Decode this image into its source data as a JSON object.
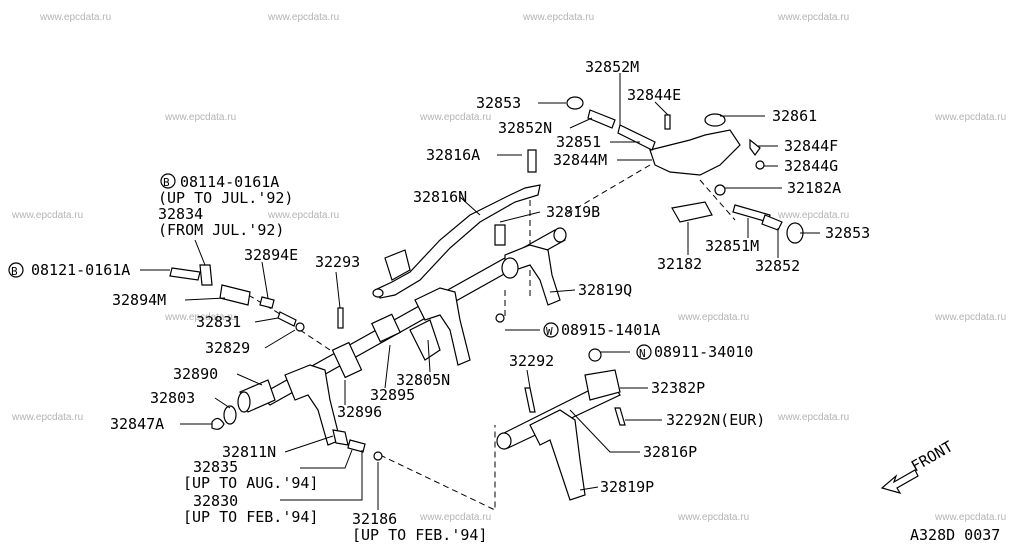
{
  "diagram_code": "A328D 0037",
  "direction_label": "FRONT",
  "watermark": "www.epcdata.ru",
  "parts": {
    "p32852M": "32852M",
    "p32853a": "32853",
    "p32844E": "32844E",
    "p32852N": "32852N",
    "p32861": "32861",
    "p32851": "32851",
    "p32844F": "32844F",
    "p32816A": "32816A",
    "p32844M": "32844M",
    "p32844G": "32844G",
    "p32182A": "32182A",
    "p08114": "08114-0161A",
    "p08114_note": "(UP TO JUL.'92)",
    "p32834": "32834",
    "p32834_note": "(FROM JUL.'92)",
    "p32816N": "32816N",
    "p32819B": "32819B",
    "p32853b": "32853",
    "p32851M": "32851M",
    "p08121": "08121-0161A",
    "p32894E": "32894E",
    "p32293": "32293",
    "p32182": "32182",
    "p32852": "32852",
    "p32894M": "32894M",
    "p32819Q": "32819Q",
    "p32831": "32831",
    "p08915": "08915-1401A",
    "p32829": "32829",
    "p08911": "08911-34010",
    "p32890": "32890",
    "p32292": "32292",
    "p32382P": "32382P",
    "p32803": "32803",
    "p32805N": "32805N",
    "p32895": "32895",
    "p32896": "32896",
    "p32292N": "32292N(EUR)",
    "p32847A": "32847A",
    "p32811N": "32811N",
    "p32816P": "32816P",
    "p32835": "32835",
    "p32835_note": "[UP TO AUG.'94]",
    "p32819P": "32819P",
    "p32830": "32830",
    "p32830_note": "[UP TO FEB.'94]",
    "p32186": "32186",
    "p32186_note": "[UP TO FEB.'94]"
  },
  "markers": {
    "bolt_b": "B",
    "washer_w": "W",
    "nut_n": "N"
  }
}
